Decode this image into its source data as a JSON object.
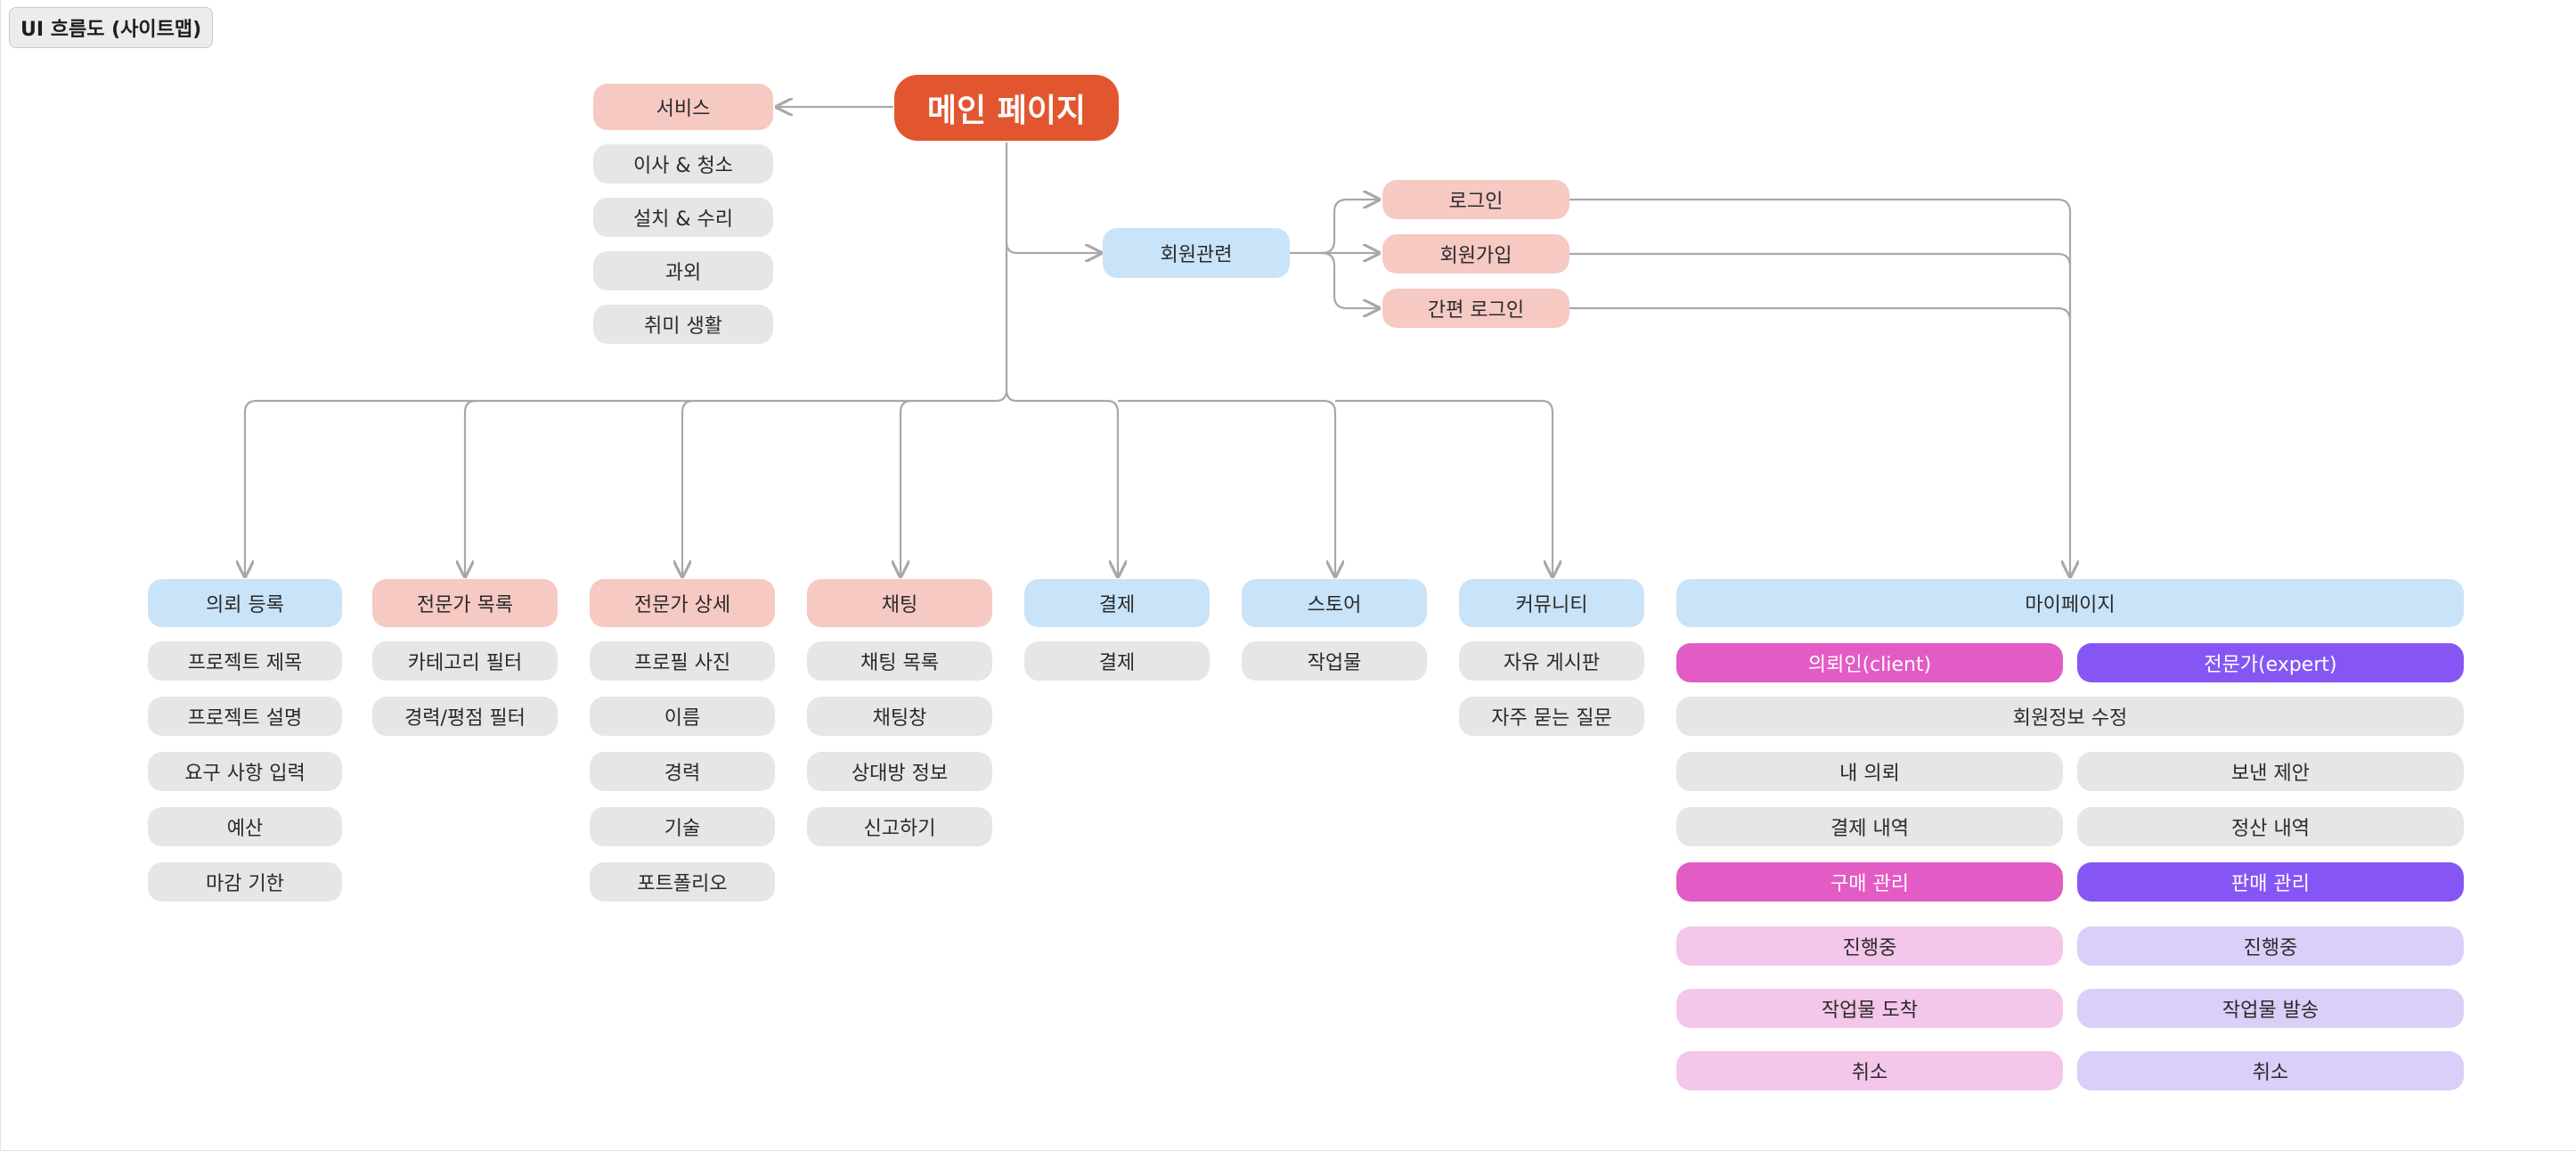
{
  "frame_label": "UI 흐름도 (사이트맵)",
  "main": "메인 페이지",
  "service": {
    "title": "서비스",
    "items": [
      "이사 & 청소",
      "설치 & 수리",
      "과외",
      "취미 생활"
    ]
  },
  "member": {
    "title": "회원관련",
    "items": [
      "로그인",
      "회원가입",
      "간편 로그인"
    ]
  },
  "sections": {
    "request": {
      "title": "의뢰 등록",
      "items": [
        "프로젝트 제목",
        "프로젝트 설명",
        "요구 사항 입력",
        "예산",
        "마감 기한"
      ]
    },
    "experts": {
      "title": "전문가 목록",
      "items": [
        "카테고리 필터",
        "경력/평점 필터"
      ]
    },
    "expert_detail": {
      "title": "전문가 상세",
      "items": [
        "프로필 사진",
        "이름",
        "경력",
        "기술",
        "포트폴리오"
      ]
    },
    "chat": {
      "title": "채팅",
      "items": [
        "채팅 목록",
        "채팅창",
        "상대방 정보",
        "신고하기"
      ]
    },
    "payment": {
      "title": "결제",
      "items": [
        "결제"
      ]
    },
    "store": {
      "title": "스토어",
      "items": [
        "작업물"
      ]
    },
    "community": {
      "title": "커뮤니티",
      "items": [
        "자유 게시판",
        "자주 묻는 질문"
      ]
    }
  },
  "mypage": {
    "title": "마이페이지",
    "client": "의뢰인(client)",
    "expert": "전문가(expert)",
    "edit_profile": "회원정보 수정",
    "my_requests": "내 의뢰",
    "sent_offers": "보낸 제안",
    "payment_history": "결제 내역",
    "settlement_history": "정산 내역",
    "purchase": {
      "title": "구매 관리",
      "items": [
        "진행중",
        "작업물 도착",
        "취소"
      ]
    },
    "sales": {
      "title": "판매 관리",
      "items": [
        "진행중",
        "작업물 발송",
        "취소"
      ]
    }
  },
  "colors": {
    "main": "#e2562f",
    "pink": "#f6c9c3",
    "blue": "#c9e3f8",
    "gray": "#e6e6e6",
    "client": "#e35bc4",
    "expert": "#8556f4",
    "client_light": "#f4c6e9",
    "expert_light": "#dbcef8",
    "connector": "#a8a8a8"
  }
}
